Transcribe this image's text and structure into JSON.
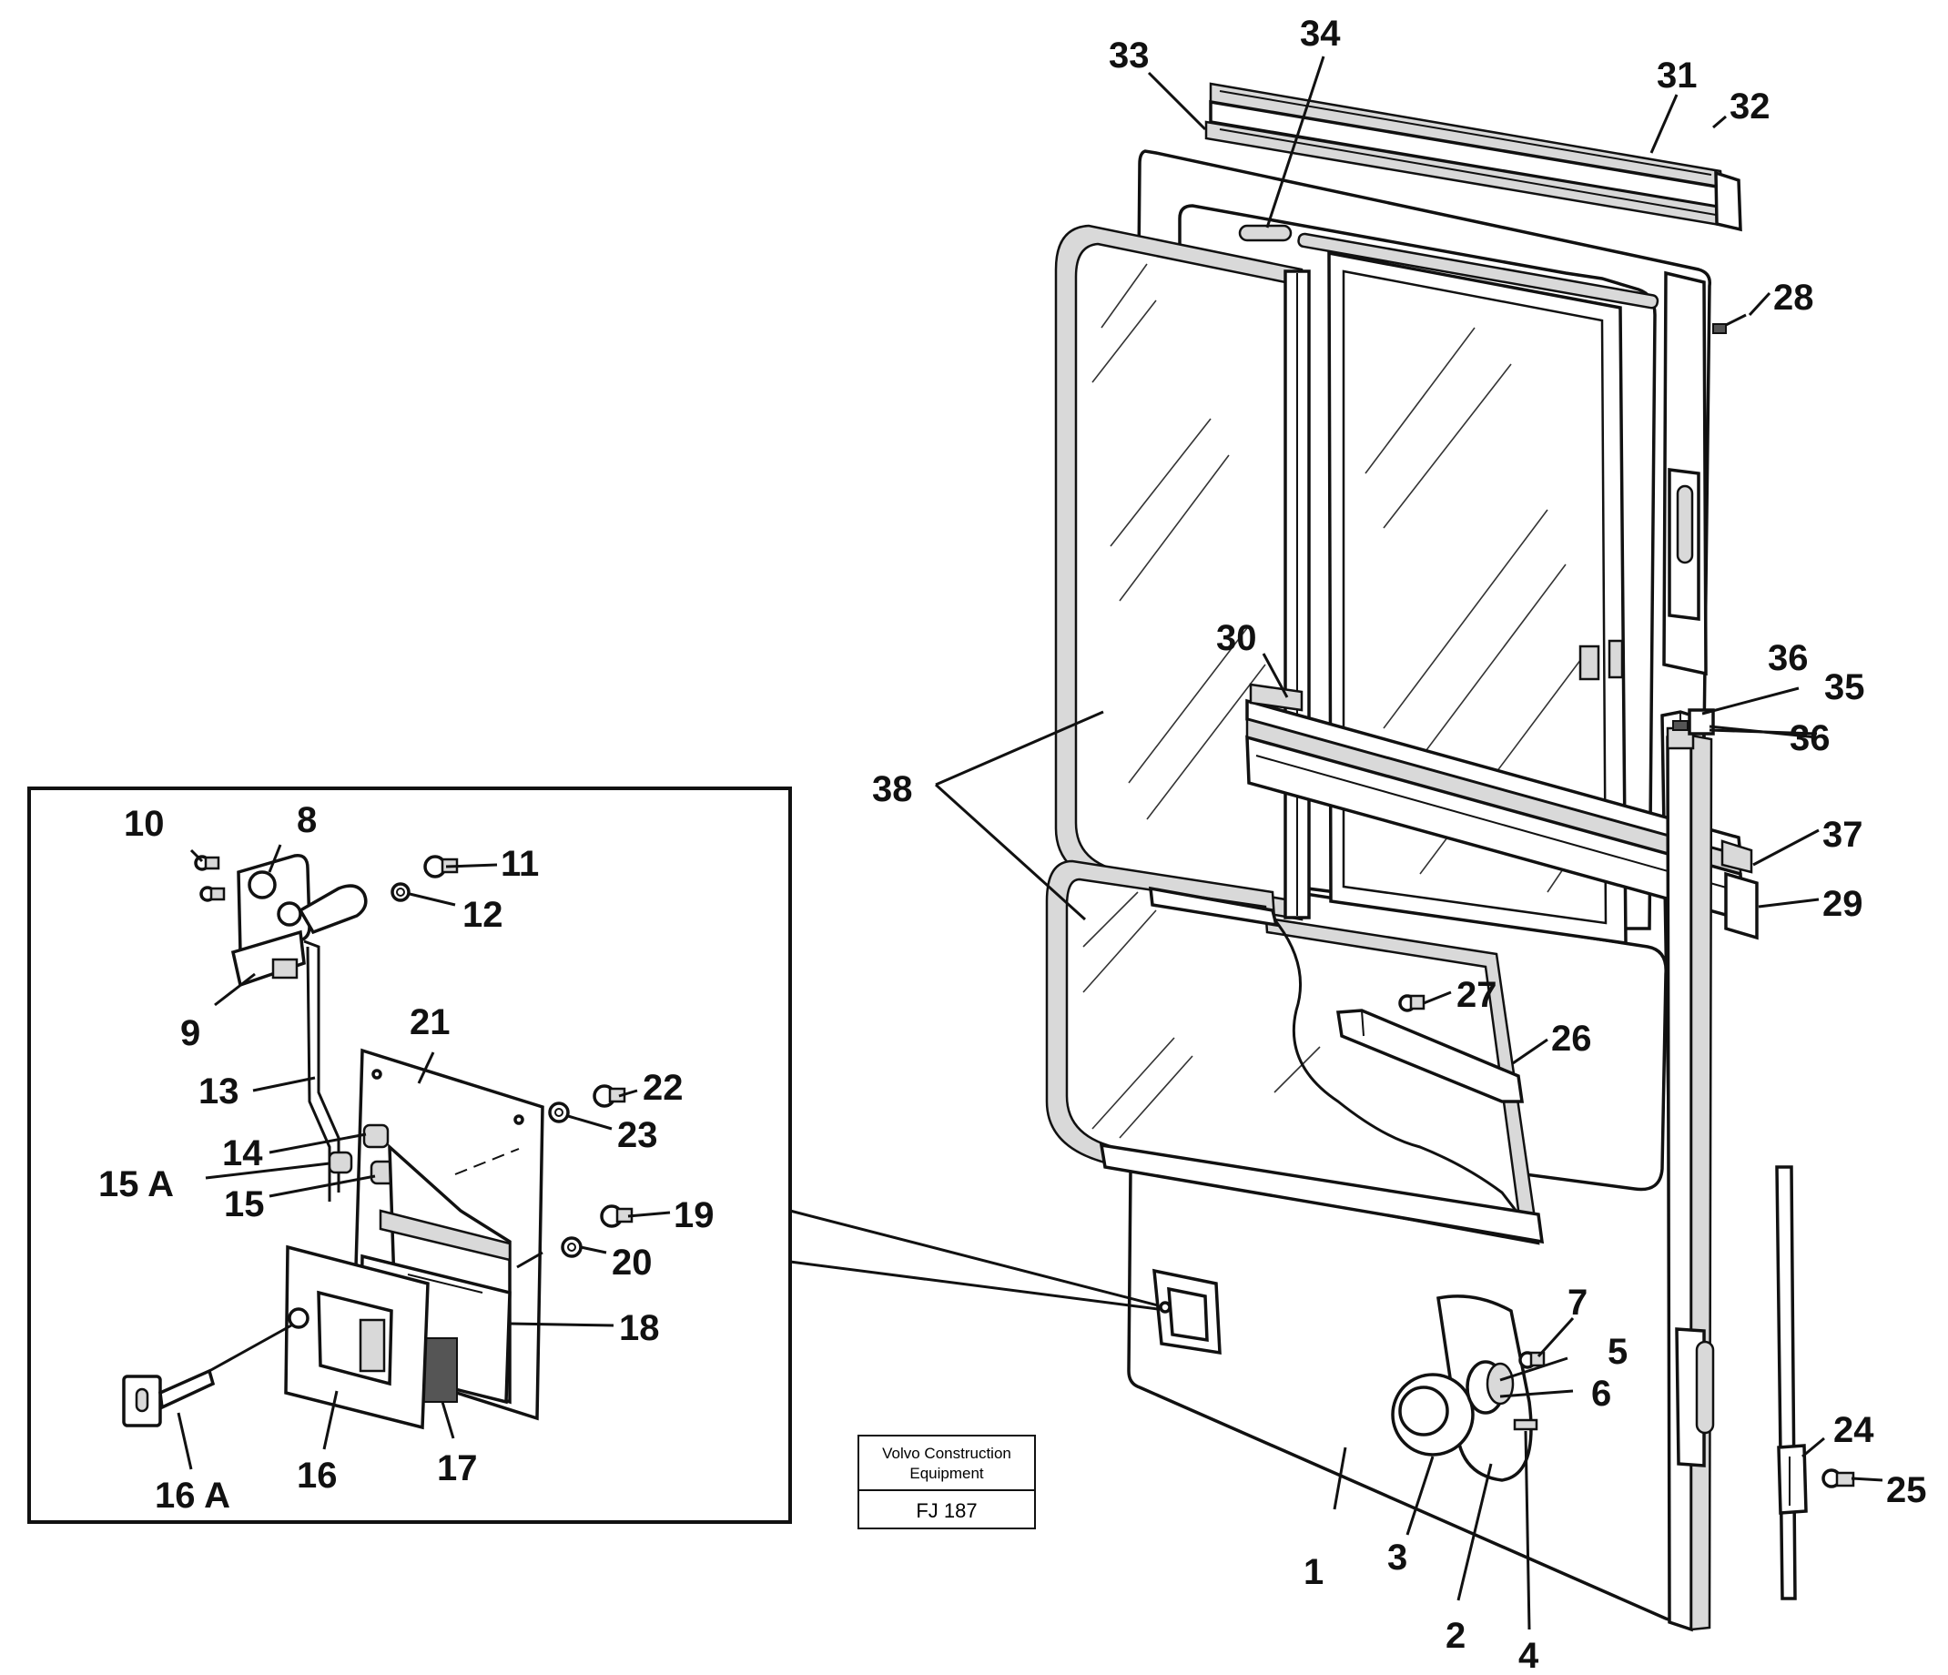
{
  "caption": {
    "company": "Volvo Construction\nEquipment",
    "code": "FJ 187"
  },
  "callouts": {
    "c1": "1",
    "c2": "2",
    "c3": "3",
    "c4": "4",
    "c5": "5",
    "c6": "6",
    "c7": "7",
    "c8": "8",
    "c9": "9",
    "c10": "10",
    "c11": "11",
    "c12": "12",
    "c13": "13",
    "c14": "14",
    "c15": "15",
    "c15a": "15 A",
    "c16": "16",
    "c16a": "16 A",
    "c17": "17",
    "c18": "18",
    "c19": "19",
    "c20": "20",
    "c21": "21",
    "c22": "22",
    "c23": "23",
    "c24": "24",
    "c25": "25",
    "c26": "26",
    "c27": "27",
    "c28": "28",
    "c29": "29",
    "c30": "30",
    "c31": "31",
    "c32": "32",
    "c33": "33",
    "c34": "34",
    "c35": "35",
    "c36a": "36",
    "c36b": "36",
    "c37": "37",
    "c38": "38"
  }
}
